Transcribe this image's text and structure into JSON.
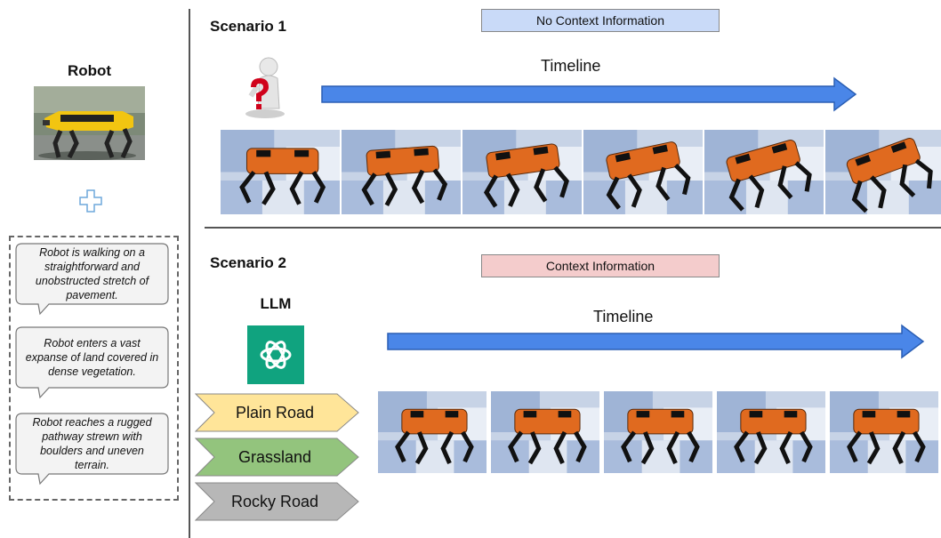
{
  "left_panel": {
    "robot_title": "Robot",
    "descriptions": [
      "Robot is walking on a straightforward and unobstructed stretch of pavement.",
      "Robot enters a vast expanse of land covered in dense vegetation.",
      "Robot reaches a rugged pathway strewn with boulders and uneven terrain."
    ]
  },
  "scenario1": {
    "title": "Scenario 1",
    "context_label": "No Context Information",
    "timeline_label": "Timeline",
    "frame_count": 6
  },
  "scenario2": {
    "title": "Scenario 2",
    "llm_label": "LLM",
    "context_label": "Context Information",
    "timeline_label": "Timeline",
    "terrains": [
      "Plain Road",
      "Grassland",
      "Rocky Road"
    ],
    "frame_count": 5
  },
  "colors": {
    "timeline_arrow": "#4a86e8",
    "no_context_bg": "#c9daf8",
    "context_bg": "#f4cccc",
    "plain_road": "#ffe599",
    "grassland": "#93c47d",
    "rocky_road": "#b7b7b7",
    "llm_logo": "#10a37f",
    "robot_body": "#e06a1f"
  },
  "icons": [
    "question-person-icon",
    "plus-icon",
    "chatgpt-logo-icon"
  ]
}
